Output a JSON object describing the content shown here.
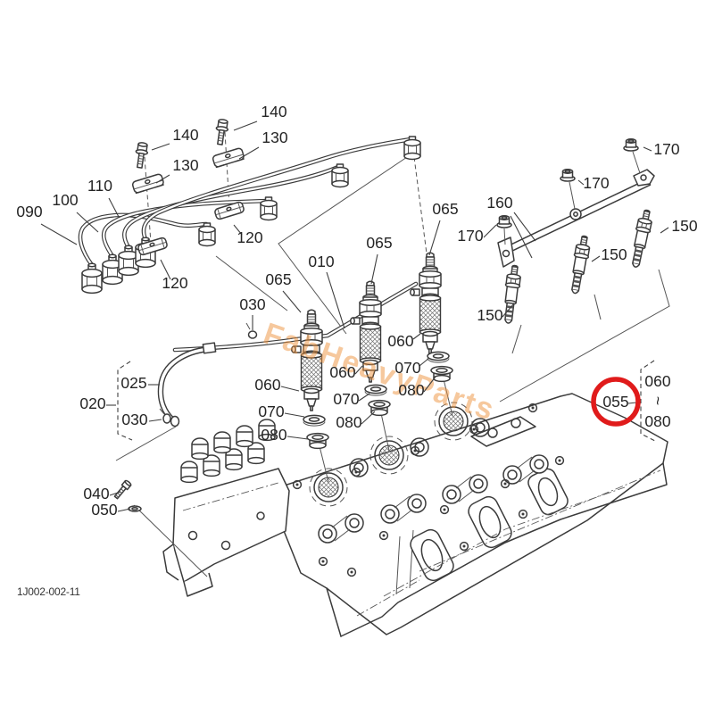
{
  "diagram": {
    "type": "exploded-parts-diagram",
    "drawing_number": "1J002-002-11",
    "watermark": "FabHeavyParts",
    "highlighted_part": "055",
    "highlight_range": {
      "from": "060",
      "tilde": "~",
      "to": "080"
    }
  },
  "colors": {
    "line": "#3b3b3b",
    "label": "#242424",
    "highlight_red": "#e01b1b",
    "watermark_orange": "#ee923c",
    "background": "#ffffff"
  },
  "labels": [
    {
      "name": "140-upper",
      "text": "140"
    },
    {
      "name": "140-lower",
      "text": "140"
    },
    {
      "name": "130-upper",
      "text": "130"
    },
    {
      "name": "130-lower",
      "text": "130"
    },
    {
      "name": "110",
      "text": "110"
    },
    {
      "name": "100",
      "text": "100"
    },
    {
      "name": "090",
      "text": "090"
    },
    {
      "name": "120-right",
      "text": "120"
    },
    {
      "name": "120-left",
      "text": "120"
    },
    {
      "name": "010",
      "text": "010"
    },
    {
      "name": "065-left",
      "text": "065"
    },
    {
      "name": "065-middle",
      "text": "065"
    },
    {
      "name": "065-right",
      "text": "065"
    },
    {
      "name": "030-pipe",
      "text": "030"
    },
    {
      "name": "025",
      "text": "025"
    },
    {
      "name": "020",
      "text": "020"
    },
    {
      "name": "030-hose",
      "text": "030"
    },
    {
      "name": "040",
      "text": "040"
    },
    {
      "name": "050",
      "text": "050"
    },
    {
      "name": "060-left",
      "text": "060"
    },
    {
      "name": "070-left",
      "text": "070"
    },
    {
      "name": "080-left",
      "text": "080"
    },
    {
      "name": "060-middle",
      "text": "060"
    },
    {
      "name": "070-middle",
      "text": "070"
    },
    {
      "name": "080-middle",
      "text": "080"
    },
    {
      "name": "060-right",
      "text": "060"
    },
    {
      "name": "070-right",
      "text": "070"
    },
    {
      "name": "080-right",
      "text": "080"
    },
    {
      "name": "160",
      "text": "160"
    },
    {
      "name": "170-left",
      "text": "170"
    },
    {
      "name": "170-middle",
      "text": "170"
    },
    {
      "name": "170-right",
      "text": "170"
    },
    {
      "name": "150-lower",
      "text": "150"
    },
    {
      "name": "150-middle",
      "text": "150"
    },
    {
      "name": "150-right",
      "text": "150"
    },
    {
      "name": "055-highlighted",
      "text": "055"
    },
    {
      "name": "range-from",
      "text": "060"
    },
    {
      "name": "range-tilde",
      "text": "~"
    },
    {
      "name": "range-to",
      "text": "080"
    },
    {
      "name": "drawing-number",
      "text": "1J002-002-11"
    }
  ]
}
